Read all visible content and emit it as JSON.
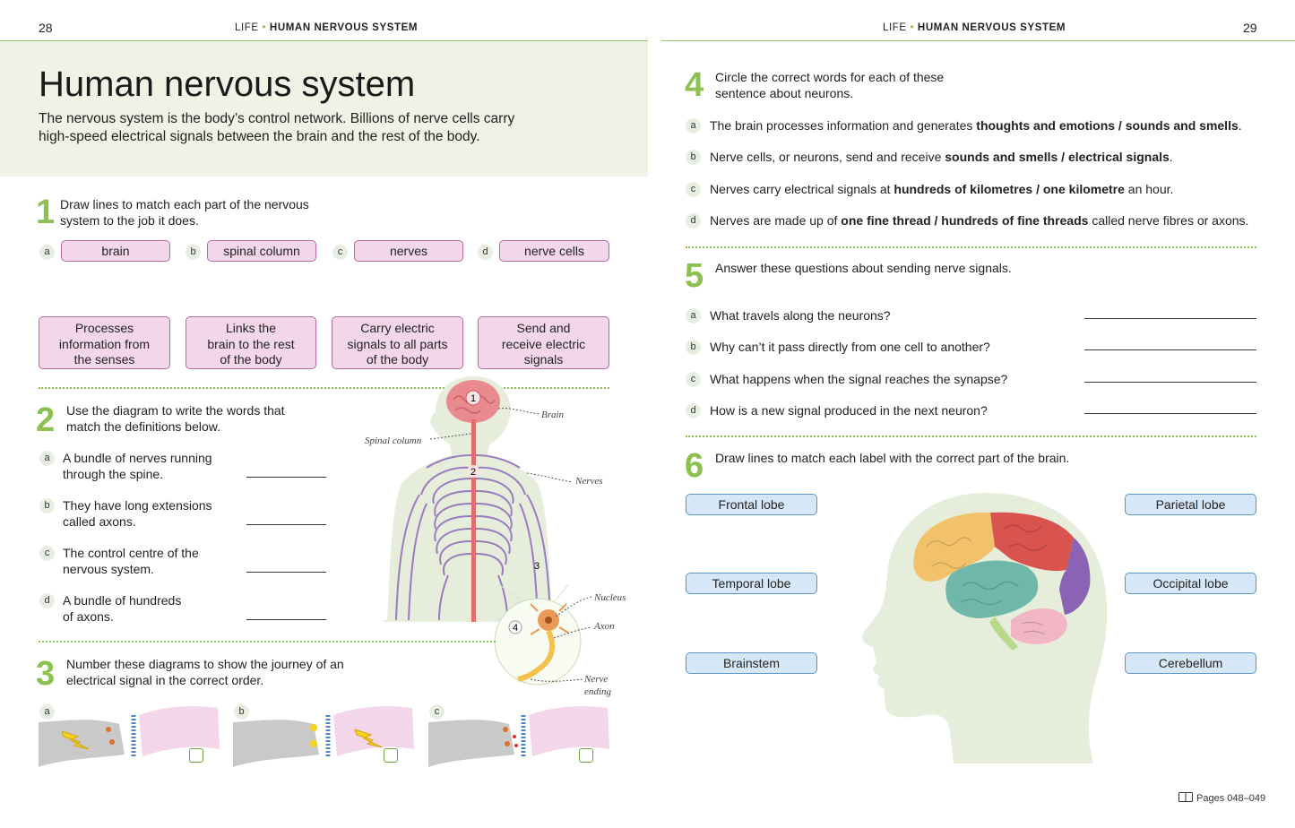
{
  "header": {
    "left_page_number": "28",
    "right_page_number": "29",
    "left_running_section": "LIFE",
    "left_running_title": "HUMAN NERVOUS SYSTEM",
    "right_running_section": "LIFE",
    "right_running_title": "HUMAN NERVOUS SYSTEM",
    "separator": "•"
  },
  "intro": {
    "title": "Human nervous system",
    "text_line1": "The nervous system is the body’s control network. Billions of nerve cells carry",
    "text_line2": "high-speed electrical signals between the brain and the rest of the body."
  },
  "q1": {
    "number": "1",
    "instruction_line1": "Draw lines to match each part of the nervous",
    "instruction_line2": "system to the job it does.",
    "parts": [
      {
        "letter": "a",
        "label": "brain"
      },
      {
        "letter": "b",
        "label": "spinal column"
      },
      {
        "letter": "c",
        "label": "nerves"
      },
      {
        "letter": "d",
        "label": "nerve cells"
      }
    ],
    "jobs": [
      {
        "l1": "Processes",
        "l2": "information from",
        "l3": "the senses"
      },
      {
        "l1": "Links the",
        "l2": "brain to the rest",
        "l3": "of the body"
      },
      {
        "l1": "Carry electric",
        "l2": "signals to all parts",
        "l3": "of the body"
      },
      {
        "l1": "Send and",
        "l2": "receive electric",
        "l3": "signals"
      }
    ]
  },
  "q2": {
    "number": "2",
    "instruction_line1": "Use the diagram to write the words that",
    "instruction_line2": "match the definitions below.",
    "items": [
      {
        "letter": "a",
        "l1": "A bundle of nerves running",
        "l2": "through the spine."
      },
      {
        "letter": "b",
        "l1": "They have long extensions",
        "l2": "called axons."
      },
      {
        "letter": "c",
        "l1": "The control centre of the",
        "l2": "nervous system."
      },
      {
        "letter": "d",
        "l1": "A bundle of hundreds",
        "l2": "of axons."
      }
    ],
    "diagram_labels": {
      "brain": "Brain",
      "spinal_column": "Spinal column",
      "nerves": "Nerves",
      "nucleus": "Nucleus",
      "axon": "Axon",
      "nerve_ending_l1": "Nerve",
      "nerve_ending_l2": "ending",
      "n1": "1",
      "n2": "2",
      "n3": "3",
      "n4": "4"
    }
  },
  "q3": {
    "number": "3",
    "instruction_line1": "Number these diagrams to show the journey of an",
    "instruction_line2": "electrical signal in the correct order.",
    "letters": [
      "a",
      "b",
      "c"
    ]
  },
  "q4": {
    "number": "4",
    "instruction_line1": "Circle the correct words for each of these",
    "instruction_line2": "sentence about neurons.",
    "items": [
      {
        "letter": "a",
        "pre": "The brain processes information and generates ",
        "bold": "thoughts and emotions / sounds and smells",
        "post": "."
      },
      {
        "letter": "b",
        "pre": "Nerve cells, or neurons, send and receive ",
        "bold": "sounds and smells / electrical signals",
        "post": "."
      },
      {
        "letter": "c",
        "pre": "Nerves carry electrical signals at ",
        "bold": "hundreds of kilometres / one kilometre",
        "post": " an hour."
      },
      {
        "letter": "d",
        "pre": "Nerves are made up of ",
        "bold": "one fine thread / hundreds of fine threads",
        "post": " called nerve fibres or axons."
      }
    ]
  },
  "q5": {
    "number": "5",
    "instruction": "Answer these questions about sending nerve signals.",
    "items": [
      {
        "letter": "a",
        "text": "What travels along the neurons?"
      },
      {
        "letter": "b",
        "text": "Why can’t it pass directly from one cell to another?"
      },
      {
        "letter": "c",
        "text": "What happens when the signal reaches the synapse?"
      },
      {
        "letter": "d",
        "text": "How is a new signal produced in the next neuron?"
      }
    ]
  },
  "q6": {
    "number": "6",
    "instruction": "Draw lines to match each label with the correct part of the brain.",
    "left_labels": [
      "Frontal lobe",
      "Temporal lobe",
      "Brainstem"
    ],
    "right_labels": [
      "Parietal lobe",
      "Occipital lobe",
      "Cerebellum"
    ]
  },
  "footer": {
    "page_reference": "Pages 048–049"
  },
  "colors": {
    "accent_green": "#8cc04f",
    "pink_box": "#f3d6ea",
    "blue_box": "#d6e8f7",
    "intro_bg": "#eef3e6"
  }
}
